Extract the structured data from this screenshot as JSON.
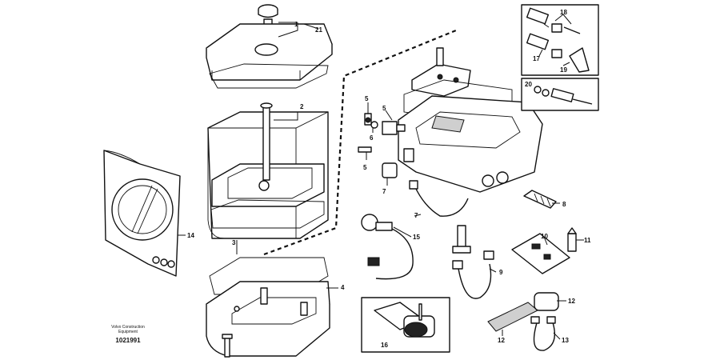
{
  "diagram": {
    "publisher_line1": "Volvo Construction",
    "publisher_line2": "Equipment",
    "drawing_number": "1021991",
    "callouts": {
      "c1": "1",
      "c2": "2",
      "c3": "3",
      "c4": "4",
      "c5a": "5",
      "c5b": "5",
      "c5c": "5",
      "c6": "6",
      "c7a": "7",
      "c7b": "7",
      "c8": "8",
      "c9": "9",
      "c10": "10",
      "c11": "11",
      "c12a": "12",
      "c12b": "12",
      "c13": "13",
      "c14": "14",
      "c15": "15",
      "c16": "16",
      "c17": "17",
      "c18": "18",
      "c19": "19",
      "c20": "20",
      "c21": "21"
    }
  }
}
